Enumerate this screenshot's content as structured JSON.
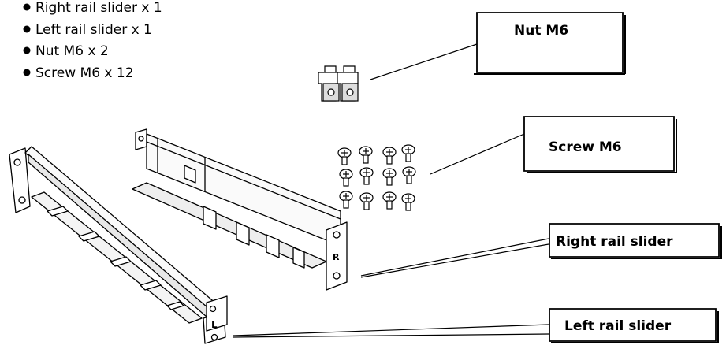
{
  "parts_list": [
    "Right rail slider x 1",
    "Left rail slider x 1",
    "Nut M6 x 2",
    "Screw M6 x 12"
  ],
  "callouts": {
    "nut": "Nut M6",
    "screw": "Screw M6",
    "right_rail": "Right rail slider",
    "left_rail": "Left rail slider"
  },
  "rail_marks": {
    "right": "R",
    "left": "L"
  }
}
